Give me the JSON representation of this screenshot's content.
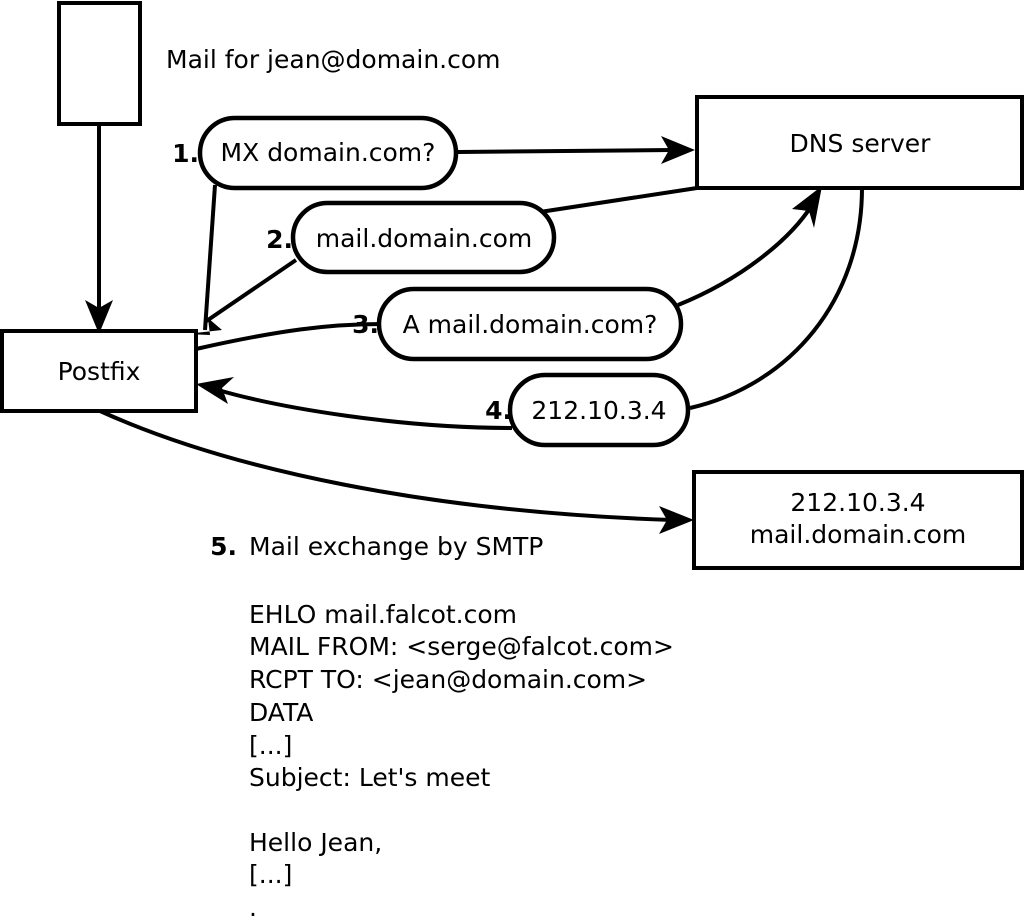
{
  "diagram": {
    "title": "Mail for jean@domain.com",
    "nodes": [
      {
        "id": "client",
        "label": ""
      },
      {
        "id": "postfix",
        "label": "Postfix"
      },
      {
        "id": "dns",
        "label": "DNS server"
      },
      {
        "id": "mailserver",
        "label_line1": "212.10.3.4",
        "label_line2": "mail.domain.com"
      }
    ],
    "steps": [
      {
        "number": "1.",
        "label": "MX domain.com?"
      },
      {
        "number": "2.",
        "label": "mail.domain.com"
      },
      {
        "number": "3.",
        "label": "A mail.domain.com?"
      },
      {
        "number": "4.",
        "label": "212.10.3.4"
      }
    ],
    "step5": {
      "number": "5.",
      "label": "Mail exchange by SMTP"
    },
    "transcript": [
      "EHLO mail.falcot.com",
      "MAIL FROM: <serge@falcot.com>",
      "RCPT TO: <jean@domain.com>",
      "DATA",
      "[...]",
      "Subject: Let's meet",
      "",
      "Hello Jean,",
      "[...]",
      "",
      "."
    ],
    "colors": {
      "stroke": "#000000",
      "fill": "#ffffff",
      "text": "#000000"
    }
  }
}
